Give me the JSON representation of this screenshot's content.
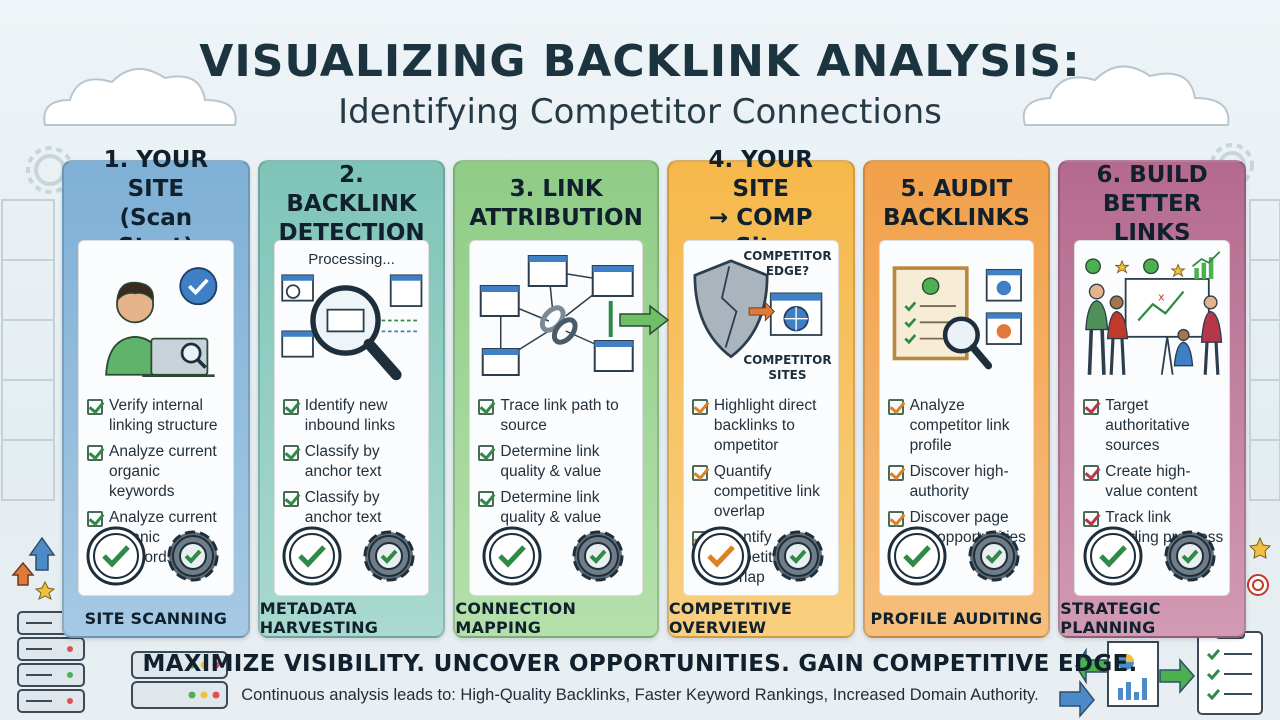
{
  "header": {
    "title": "VISUALIZING BACKLINK ANALYSIS:",
    "subtitle": "Identifying Competitor Connections"
  },
  "colors": {
    "panel1": "#7fb0d6",
    "panel2": "#7fc4b8",
    "panel3": "#8fcc86",
    "panel4": "#f6b84a",
    "panel5": "#f2a04a",
    "panel6": "#b46a8e",
    "check_green": "#2f8a45"
  },
  "panels": [
    {
      "title_line1": "1. YOUR SITE",
      "title_line2": "(Scan Start)",
      "items": [
        "Verify internal linking structure",
        "Analyze current organic keywords",
        "Analyze current organic keywords"
      ],
      "footer": "SITE SCANNING",
      "icons": [
        "person-laptop-icon",
        "check-badge-icon",
        "gear-check-icon"
      ]
    },
    {
      "title_line1": "2. BACKLINK",
      "title_line2": "DETECTION",
      "illus_label": "Processing...",
      "items": [
        "Identify new inbound links",
        "Classify by anchor text",
        "Classify by anchor text"
      ],
      "footer": "METADATA HARVESTING",
      "icons": [
        "magnifier-icon",
        "check-badge-icon",
        "gear-check-icon"
      ]
    },
    {
      "title_line1": "3. LINK",
      "title_line2": "ATTRIBUTION",
      "items": [
        "Trace link path to source",
        "Determine link quality & value",
        "Determine link quality & value"
      ],
      "footer": "CONNECTION MAPPING",
      "icons": [
        "link-network-icon",
        "check-badge-icon",
        "gear-check-icon"
      ]
    },
    {
      "title_line1": "4. YOUR SITE",
      "title_line2": "→ COMP Site",
      "illus_label_top_1": "COMPETITOR",
      "illus_label_top_2": "EDGE?",
      "illus_label_bottom_1": "COMPETITOR",
      "illus_label_bottom_2": "SITES",
      "items": [
        "Highlight direct backlinks to ompetitor",
        "Quantify competitive link overlap",
        "Quantify competitive link overlap"
      ],
      "footer": "COMPETITIVE OVERVIEW",
      "icons": [
        "shield-icon",
        "check-badge-icon",
        "gear-check-icon"
      ]
    },
    {
      "title_line1": "5. AUDIT",
      "title_line2": "BACKLINKS",
      "items": [
        "Analyze competitor link profile",
        "Discover high-authority",
        "Discover page link opportunities"
      ],
      "footer": "PROFILE AUDITING",
      "icons": [
        "certificate-icon",
        "check-badge-icon",
        "gear-check-icon"
      ]
    },
    {
      "title_line1": "6. BUILD",
      "title_line2": "BETTER LINKS",
      "items": [
        "Target authoritative sources",
        "Create high-value content",
        "Track link building progress"
      ],
      "footer": "STRATEGIC PLANNING",
      "icons": [
        "team-board-icon",
        "check-badge-icon",
        "gear-check-icon"
      ]
    }
  ],
  "footer": {
    "tagline": "MAXIMIZE VISIBILITY. UNCOVER OPPORTUNITIES. GAIN COMPETITIVE EDGE.",
    "summary": "Continuous analysis leads to: High-Quality Backlinks, Faster Keyword Rankings, Increased Domain Authority."
  }
}
